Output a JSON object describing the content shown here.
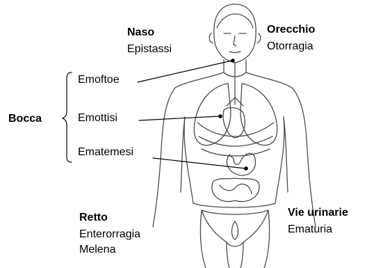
{
  "labels": {
    "naso_title": "Naso",
    "naso_term": "Epistassi",
    "orecchio_title": "Orecchio",
    "orecchio_term": "Otorragia",
    "bocca_title": "Bocca",
    "bocca_terms": [
      "Emoftoe",
      "Emottisi",
      "Ematemesi"
    ],
    "retto_title": "Retto",
    "retto_terms": [
      "Enterorragia",
      "Melena"
    ],
    "vie_title": "Vie urinarie",
    "vie_term": "Ematuria"
  },
  "colors": {
    "ink": "#000000",
    "line_art": "#4a4a4a",
    "background": "#ffffff"
  }
}
